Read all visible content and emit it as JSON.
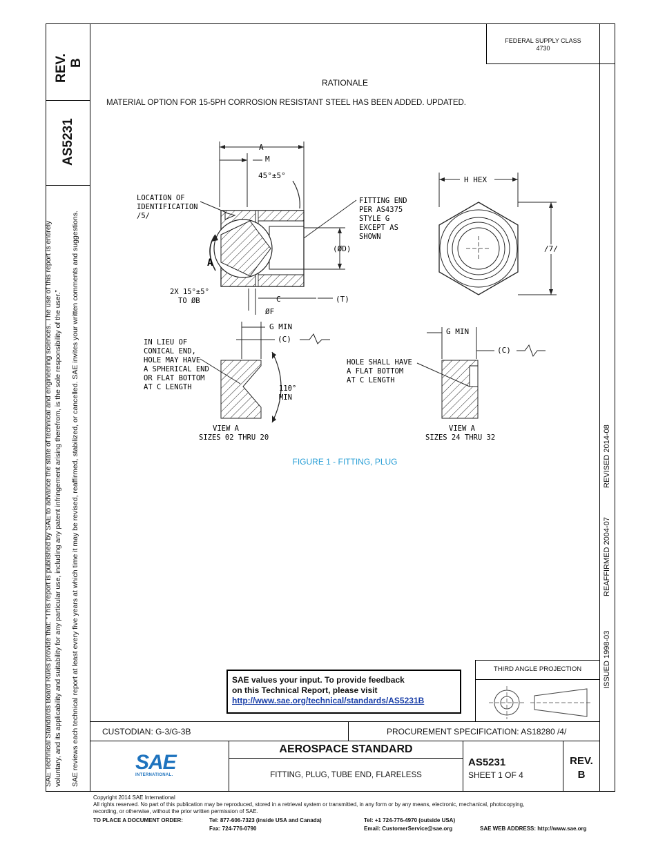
{
  "side_rev": {
    "label": "REV.",
    "value": "B"
  },
  "side_doc_number": "AS5231",
  "side_notice_line1": "SAE Technical Standards Board Rules provide that: “This report is published by SAE to advance the state of technical and engineering sciences. The use of this report is entirely",
  "side_notice_line2": "voluntary, and its applicability and suitability for any particular use, including any patent infringement arising therefrom, is the sole responsibility of the user.”",
  "side_notice_line3": "SAE reviews each technical report at least every five years at which time it may be revised, reaffirmed, stabilized, or cancelled. SAE invites your written comments and suggestions.",
  "federal_supply": {
    "line1": "FEDERAL SUPPLY CLASS",
    "line2": "4730"
  },
  "rationale": {
    "heading": "RATIONALE",
    "text": "MATERIAL OPTION FOR 15-5PH CORROSION RESISTANT STEEL HAS BEEN ADDED.  UPDATED."
  },
  "drawing": {
    "dim_a": "A",
    "dim_m": "M",
    "angle_45": "45°±5°",
    "location_label": [
      "LOCATION OF",
      "IDENTIFICATION",
      "/5/"
    ],
    "fitting_end_label": [
      "FITTING END",
      "PER AS4375",
      "STYLE G",
      "EXCEPT AS",
      "SHOWN"
    ],
    "dim_od": "(ØD)",
    "view_marker": "A",
    "angle_15": [
      "2X 15°±5°",
      "TO ØB"
    ],
    "dim_c": "C",
    "dim_t": "(T)",
    "dim_f": "ØF",
    "h_hex": "H HEX",
    "note_7": "/7/",
    "g_min": "G MIN",
    "c_paren": "(C)",
    "lieu_label": [
      "IN LIEU OF",
      "CONICAL END,",
      "HOLE MAY HAVE",
      "A SPHERICAL END",
      "OR FLAT BOTTOM",
      "AT C LENGTH"
    ],
    "angle_110": [
      "110°",
      "MIN"
    ],
    "hole_label": [
      "HOLE SHALL HAVE",
      "A FLAT BOTTOM",
      "AT C LENGTH"
    ],
    "view_left": [
      "VIEW A",
      "SIZES 02 THRU 20"
    ],
    "view_right": [
      "VIEW A",
      "SIZES 24 THRU 32"
    ]
  },
  "figure_caption": "FIGURE 1 - FITTING, PLUG",
  "right_dates": {
    "issued": "ISSUED 1998-03",
    "reaffirmed": "REAFFIRMED 2004-07",
    "revised": "REVISED 2014-08"
  },
  "feedback": {
    "line1": "SAE values your input. To provide feedback",
    "line2": "on this Technical Report, please visit",
    "link": "http://www.sae.org/technical/standards/AS5231B"
  },
  "projection": {
    "label": "THIRD ANGLE PROJECTION"
  },
  "custodian": "CUSTODIAN: G-3/G-3B",
  "procurement": "PROCUREMENT SPECIFICATION: AS18280 /4/",
  "title_block": {
    "logo_text": "SAE",
    "logo_sub": "INTERNATIONAL.",
    "heading": "AEROSPACE STANDARD",
    "subtitle": "FITTING, PLUG, TUBE END, FLARELESS",
    "doc_number": "AS5231",
    "sheet": "SHEET 1 OF 4",
    "rev_label": "REV.",
    "rev_value": "B"
  },
  "footer": {
    "copyright": "Copyright 2014 SAE International",
    "rights1": "All rights reserved. No part of this publication may be reproduced, stored in a retrieval system or transmitted, in any form or by any means, electronic, mechanical, photocopying,",
    "rights2": "recording, or otherwise, without the prior written permission of SAE.",
    "order_label": "TO PLACE A DOCUMENT ORDER:",
    "tel_us": "Tel: 877-606-7323 (inside USA and Canada)",
    "fax": "Fax: 724-776-0790",
    "tel_intl": "Tel: +1 724-776-4970 (outside USA)",
    "email": "Email: CustomerService@sae.org",
    "web": "SAE WEB ADDRESS: http://www.sae.org"
  },
  "colors": {
    "caption": "#2a9fd6",
    "link": "#1a3fa8",
    "logo": "#1e73be"
  }
}
